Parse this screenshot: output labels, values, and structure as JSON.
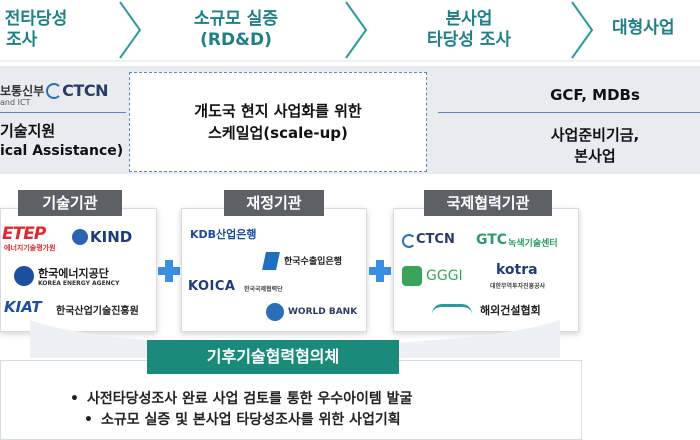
{
  "stages": [
    {
      "line1": "전타당성",
      "line2": "조사"
    },
    {
      "line1": "소규모 실증",
      "line2": "(RD&D)"
    },
    {
      "line1": "본사업",
      "line2": "타당성 조사"
    },
    {
      "line1": "대형사업",
      "line2": ""
    }
  ],
  "stage1": {
    "logo1_text": "보통신부",
    "logo1_sub": "and ICT",
    "logo2_text": "CTCN",
    "line1": "기술지원",
    "line2": "ical Assistance)"
  },
  "stage2": {
    "line1": "개도국 현지 사업화를 위한",
    "line2": "스케일업(scale-up)"
  },
  "stage3": {
    "line1": "GCF, MDBs",
    "line2": "사업준비기금,",
    "line3": "본사업"
  },
  "orgs": {
    "tech": {
      "title": "기술기관",
      "items": [
        "ETEP",
        "에너지기술평가원",
        "KIND",
        "한국에너지공단",
        "KOREA ENERGY AGENCY",
        "KIAT",
        "한국산업기술진흥원"
      ]
    },
    "finance": {
      "title": "재정기관",
      "items": [
        "KDB산업은행",
        "한국수출입은행",
        "KOICA",
        "한국국제협력단",
        "WORLD BANK"
      ]
    },
    "intl": {
      "title": "국제협력기관",
      "items": [
        "CTCN",
        "GTC",
        "녹색기술센터",
        "GGGI",
        "kotra",
        "대한무역투자진흥공사",
        "해외건설협회"
      ]
    }
  },
  "council": {
    "title": "기후기술협력협의체",
    "bullets": [
      "사전타당성조사 완료 사업 검토를 통한 우수아이템 발굴",
      "소규모 실증 및 본사업 타당성조사를 위한 사업기획"
    ]
  },
  "colors": {
    "chevron": "#2a9a9f",
    "stage_text": "#1f7f86",
    "org_header": "#5d6166",
    "council": "#1a8a7a",
    "plus": "#3a8fe0",
    "dashed": "#5b86c5"
  }
}
